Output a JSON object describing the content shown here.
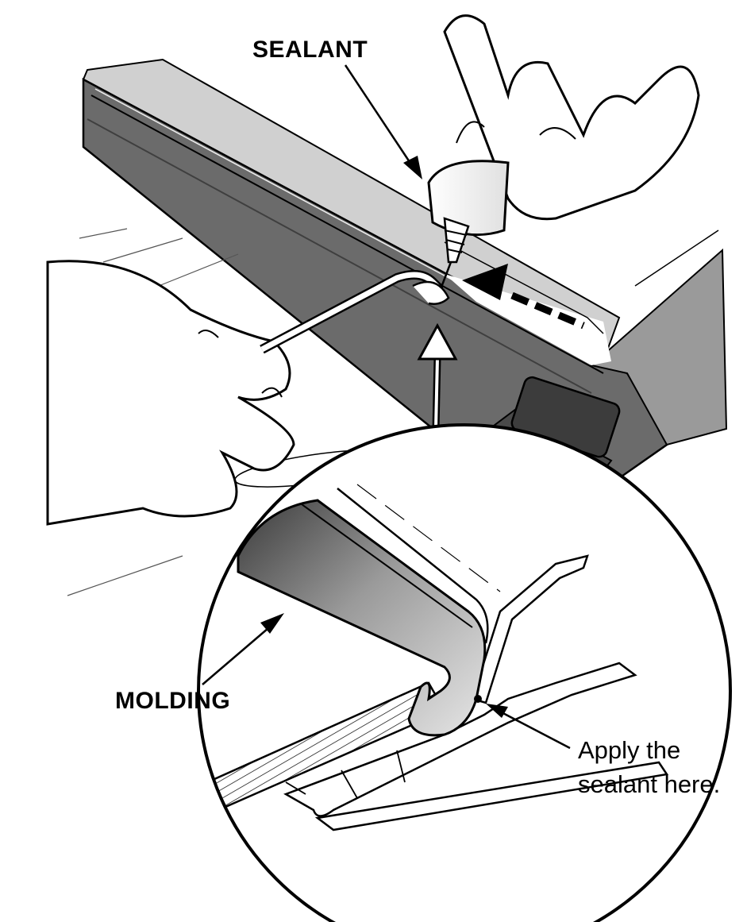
{
  "labels": {
    "sealant": "SEALANT",
    "molding": "MOLDING",
    "apply_line1": "Apply the",
    "apply_line2": "sealant here."
  },
  "colors": {
    "ink": "#000000",
    "panel_dark": "#6b6b6b",
    "panel_mid": "#9a9a9a",
    "panel_light": "#d0d0d0",
    "paper": "#ffffff"
  },
  "icons": [
    "arrow-icon",
    "hand-icon",
    "sealant-tube-icon",
    "screwdriver-icon",
    "magnifier-circle-icon"
  ]
}
